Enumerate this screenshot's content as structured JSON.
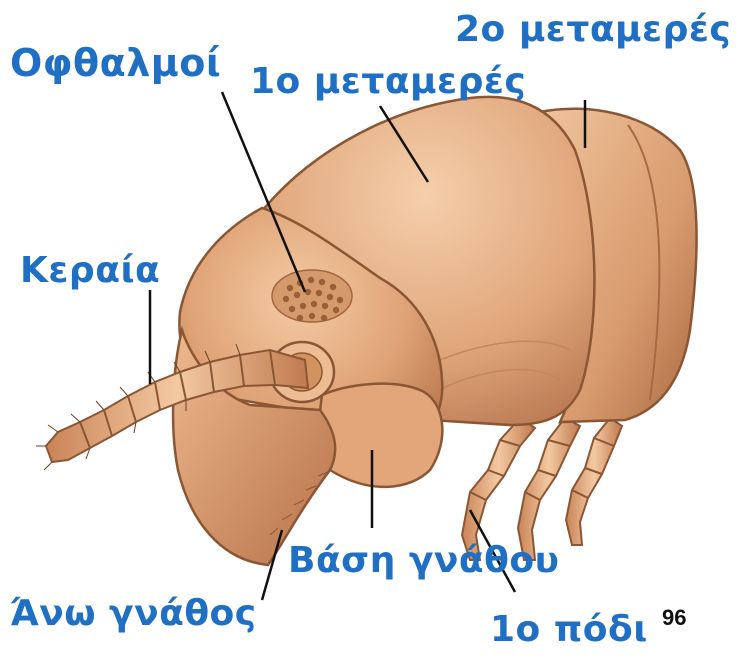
{
  "labels": {
    "eyes": "Οφθαλμοί",
    "segment1": "1ο μεταμερές",
    "segment2": "2ο μεταμερές",
    "antenna": "Κεραία",
    "mandible_base": "Βάση γνάθου",
    "upper_mandible": "Άνω γνάθος",
    "first_leg": "1ο πόδι"
  },
  "page_number": "96",
  "colors": {
    "label": "#1f6fc5",
    "body": "#e0a87b",
    "body_shadow": "#b9764a",
    "outline": "#8a5634",
    "leader_line": "#111111"
  }
}
